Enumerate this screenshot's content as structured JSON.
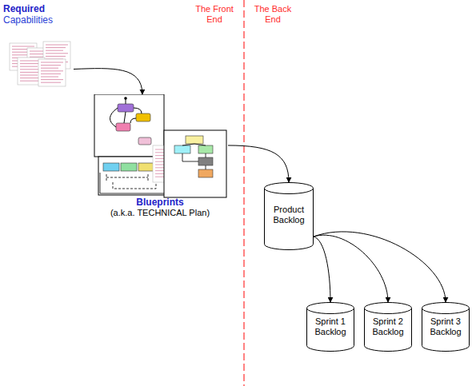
{
  "diagram": {
    "nodes": [
      {
        "text": [
          "Required",
          "Capabilities"
        ]
      },
      {
        "text": [
          "Blueprints",
          "(a.k.a. TECHNICAL Plan)"
        ]
      },
      {
        "text": [
          "Product Backlog"
        ]
      },
      {
        "text": [
          "Sprint 1 Backlog"
        ]
      },
      {
        "text": [
          "Sprint 2 Backlog"
        ]
      },
      {
        "text": [
          "Sprint 3 Backlog"
        ]
      }
    ],
    "edges": [
      {
        "from": 0,
        "to": 1,
        "arrow": "to"
      },
      {
        "from": 1,
        "to": 2,
        "arrow": "to"
      },
      {
        "from": 2,
        "to": 3,
        "arrow": "to"
      },
      {
        "from": 2,
        "to": 4,
        "arrow": "to"
      },
      {
        "from": 2,
        "to": 5,
        "arrow": "to"
      }
    ],
    "labels": [
      "The Front End",
      "The Back End"
    ]
  }
}
